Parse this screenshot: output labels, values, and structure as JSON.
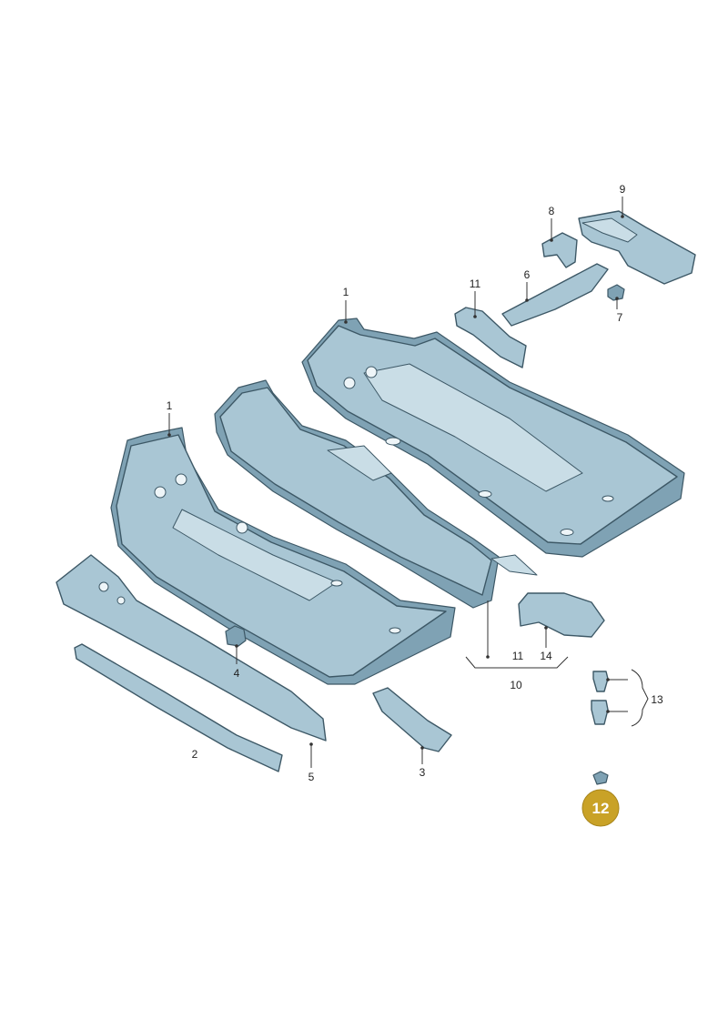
{
  "callouts": {
    "c1a": "1",
    "c1b": "1",
    "c2": "2",
    "c3": "3",
    "c4": "4",
    "c5": "5",
    "c6": "6",
    "c7": "7",
    "c8": "8",
    "c9": "9",
    "c10": "10",
    "c11a": "11",
    "c11b": "11",
    "c13": "13",
    "c14": "14"
  },
  "badge": {
    "label": "12",
    "color": "#c9a227"
  },
  "colors": {
    "steel": "#a9c6d4",
    "steel_shadow": "#7fa2b4",
    "outline": "#3d5866"
  }
}
